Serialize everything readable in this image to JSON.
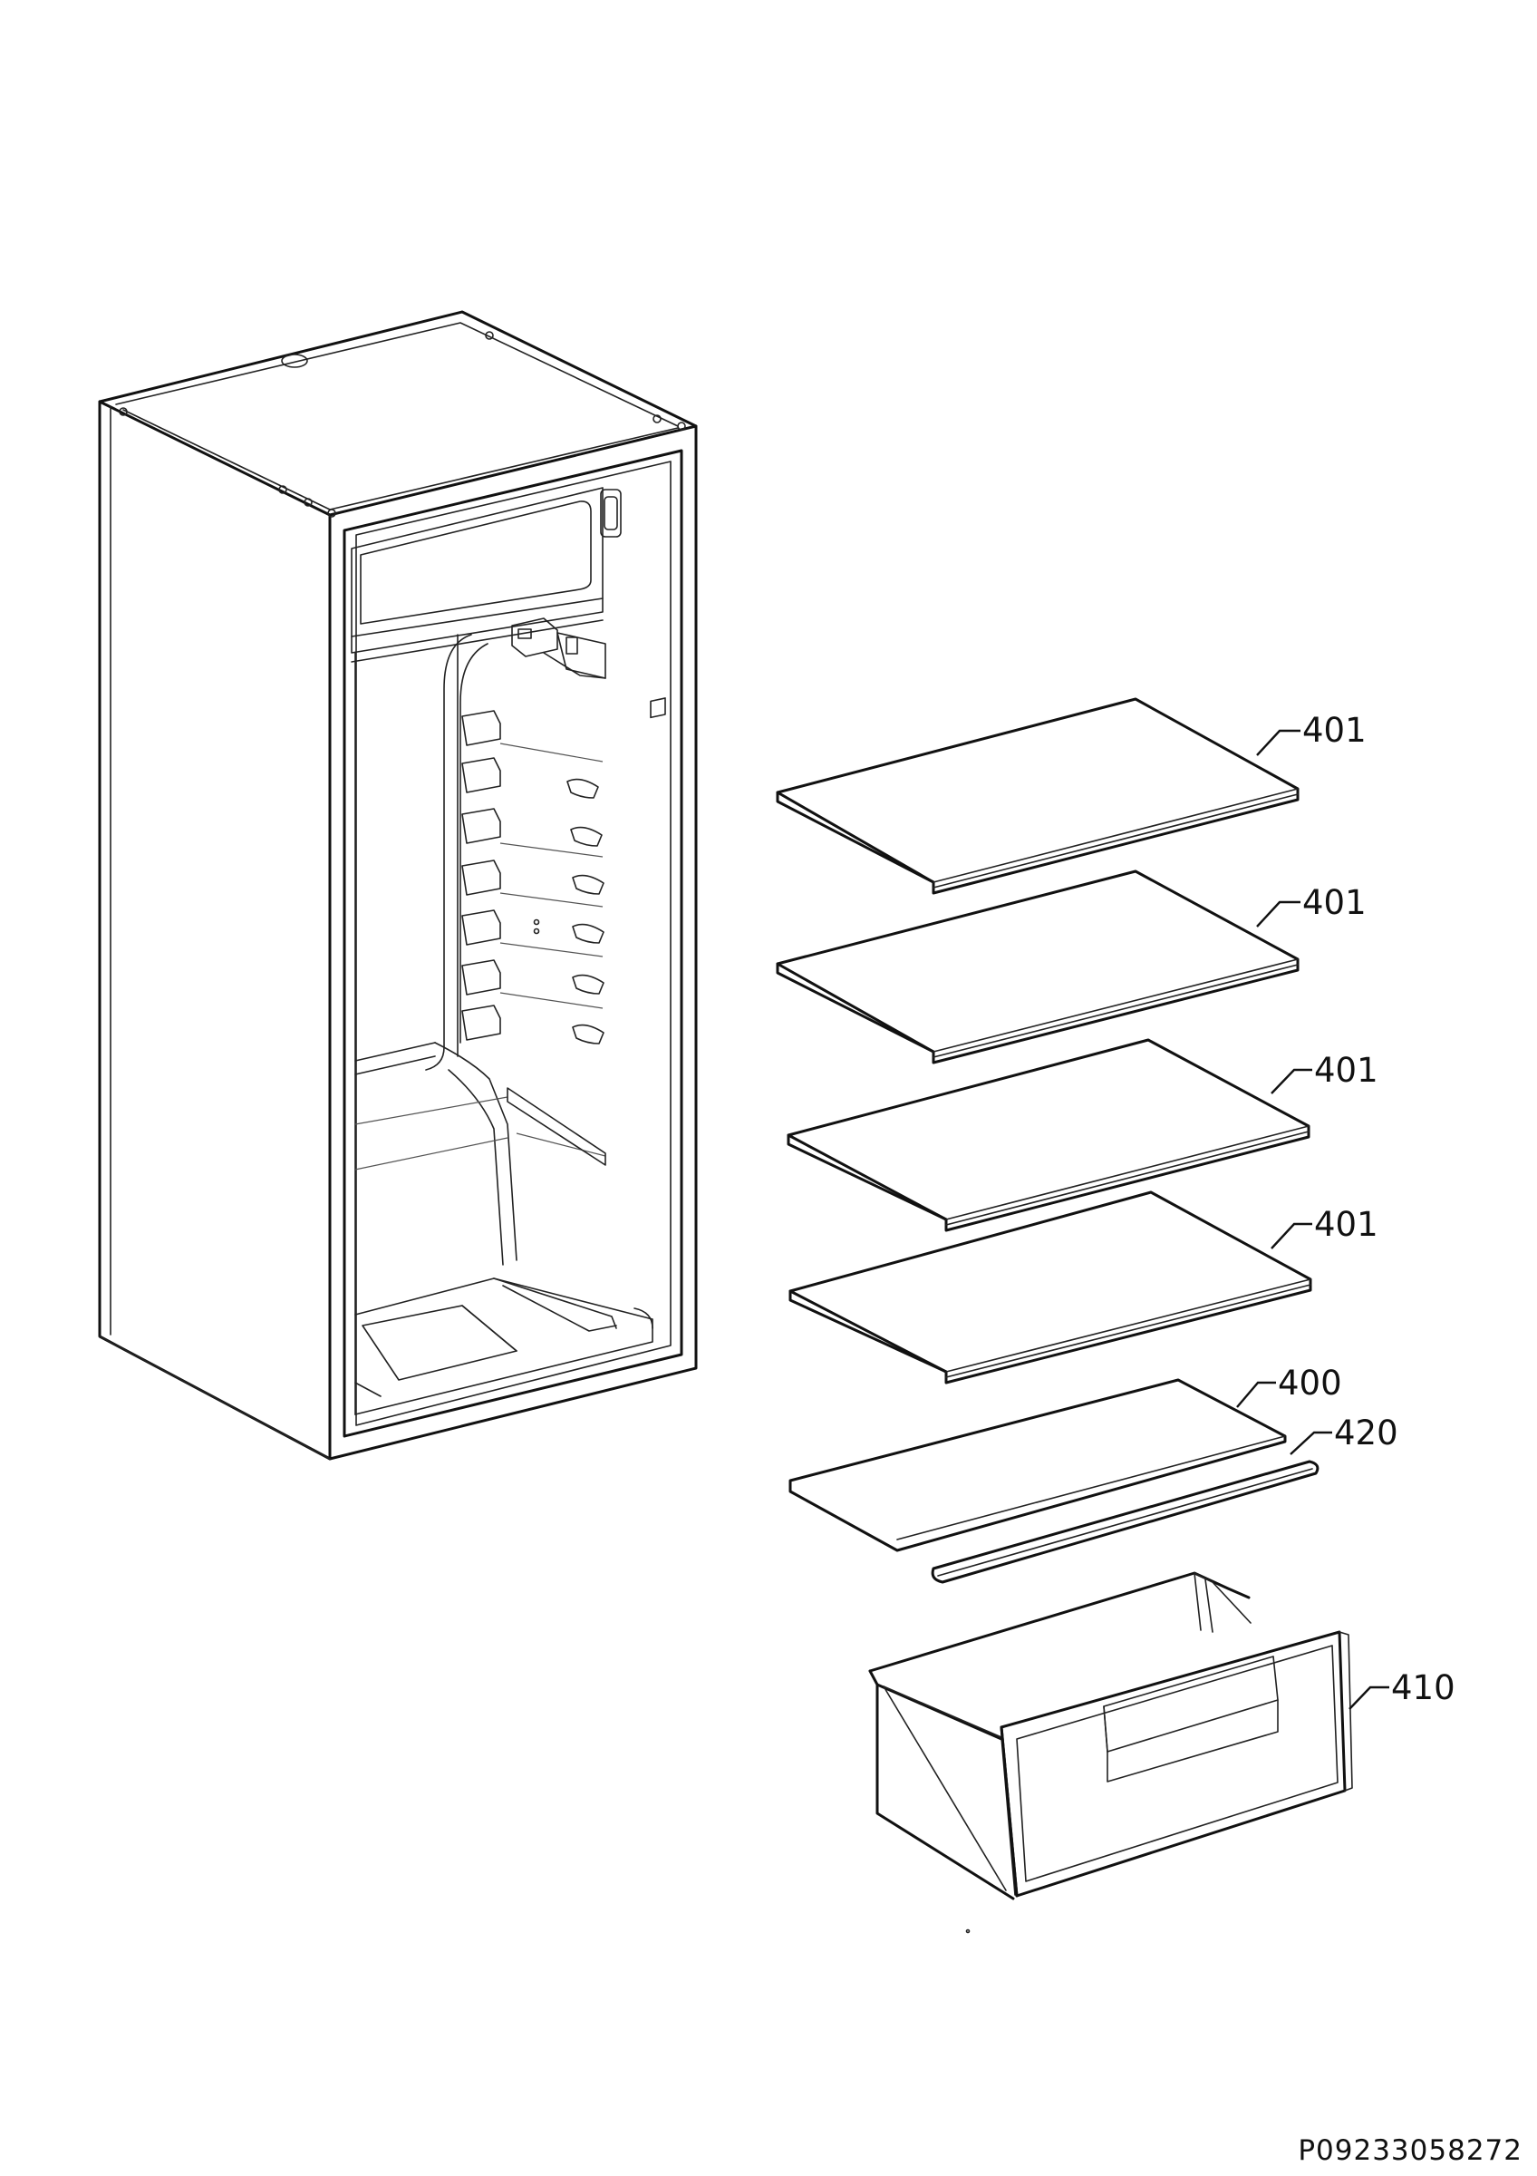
{
  "callouts": {
    "shelf_1": "401",
    "shelf_2": "401",
    "shelf_3": "401",
    "shelf_4": "401",
    "crisper_cover": "400",
    "cover_trim": "420",
    "crisper_drawer": "410"
  },
  "document_number": "P09233058272"
}
